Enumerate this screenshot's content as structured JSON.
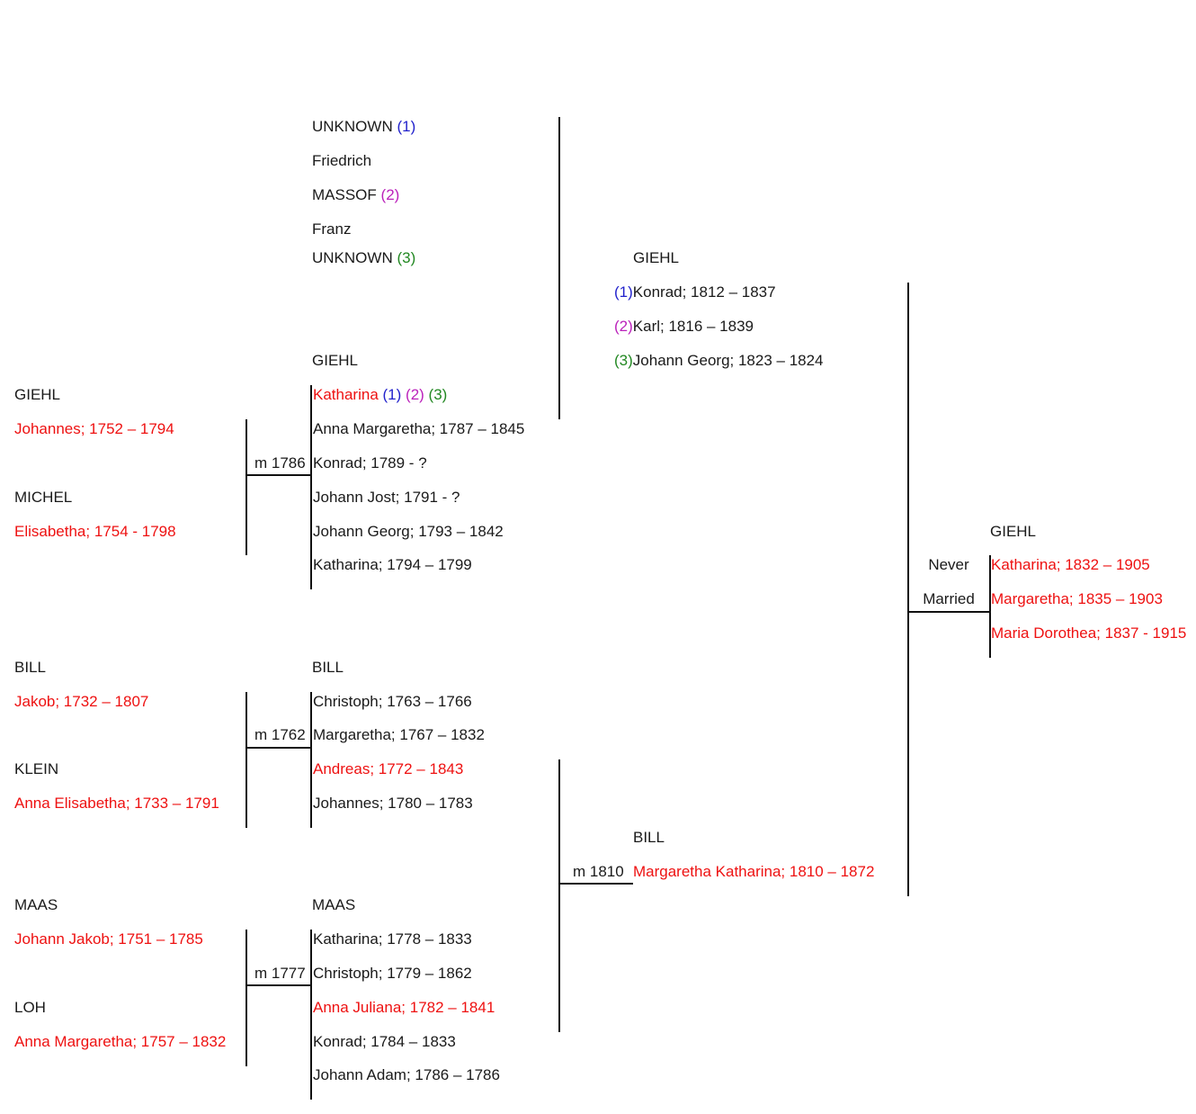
{
  "unknown_group": {
    "line1_name": "UNKNOWN",
    "line1_marker": "(1)",
    "line2": "Friedrich",
    "line3_name": "MASSOF",
    "line3_marker": "(2)",
    "line4": "Franz",
    "line5_name": "UNKNOWN",
    "line5_marker": "(3)"
  },
  "giehl_children_first_marriages": {
    "surname": "GIEHL",
    "items": [
      {
        "marker": "(1)",
        "text": "Konrad; 1812 – 1837"
      },
      {
        "marker": "(2)",
        "text": "Karl; 1816 – 1839"
      },
      {
        "marker": "(3)",
        "text": "Johann Georg; 1823 – 1824"
      }
    ]
  },
  "couple_giehl_michel": {
    "husband_surname": "GIEHL",
    "husband": "Johannes; 1752 – 1794",
    "wife_surname": "MICHEL",
    "wife": "Elisabetha; 1754 - 1798",
    "marriage": "m 1786"
  },
  "giehl_children": {
    "surname": "GIEHL",
    "first_name": "Katharina",
    "first_markers": [
      "(1)",
      "(2)",
      "(3)"
    ],
    "others": [
      "Anna Margaretha; 1787 – 1845",
      "Konrad; 1789 - ?",
      "Johann Jost; 1791 - ?",
      "Johann Georg; 1793 – 1842",
      "Katharina; 1794 – 1799"
    ]
  },
  "couple_bill_klein": {
    "husband_surname": "BILL",
    "husband": "Jakob; 1732 – 1807",
    "wife_surname": "KLEIN",
    "wife": "Anna Elisabetha; 1733 – 1791",
    "marriage": "m 1762"
  },
  "bill_children": {
    "surname": "BILL",
    "items": [
      {
        "text": "Christoph; 1763 – 1766",
        "highlight": false
      },
      {
        "text": "Margaretha; 1767 – 1832",
        "highlight": false
      },
      {
        "text": "Andreas; 1772 – 1843",
        "highlight": true
      },
      {
        "text": "Johannes; 1780 – 1783",
        "highlight": false
      }
    ]
  },
  "couple_maas_loh": {
    "husband_surname": "MAAS",
    "husband": "Johann Jakob; 1751 – 1785",
    "wife_surname": "LOH",
    "wife": "Anna Margaretha; 1757 – 1832",
    "marriage": "m 1777"
  },
  "maas_children": {
    "surname": "MAAS",
    "items": [
      {
        "text": "Katharina; 1778 – 1833",
        "highlight": false
      },
      {
        "text": "Christoph; 1779 – 1862",
        "highlight": false
      },
      {
        "text": "Anna Juliana; 1782 – 1841",
        "highlight": true
      },
      {
        "text": "Konrad; 1784 – 1833",
        "highlight": false
      },
      {
        "text": "Johann Adam; 1786 – 1786",
        "highlight": false
      }
    ]
  },
  "andreas_union": {
    "marriage": "m 1810",
    "child_surname": "BILL",
    "child": "Margaretha Katharina; 1810 – 1872"
  },
  "final_union": {
    "label_line1": "Never",
    "label_line2": "Married",
    "children_surname": "GIEHL",
    "children": [
      "Katharina; 1832 – 1905",
      "Margaretha; 1835 – 1903",
      "Maria Dorothea; 1837 - 1915"
    ]
  },
  "colors": {
    "highlight": "#ee1111",
    "marker_1": "#2222cc",
    "marker_2": "#bb22bb",
    "marker_3": "#228822",
    "line": "#111111"
  }
}
